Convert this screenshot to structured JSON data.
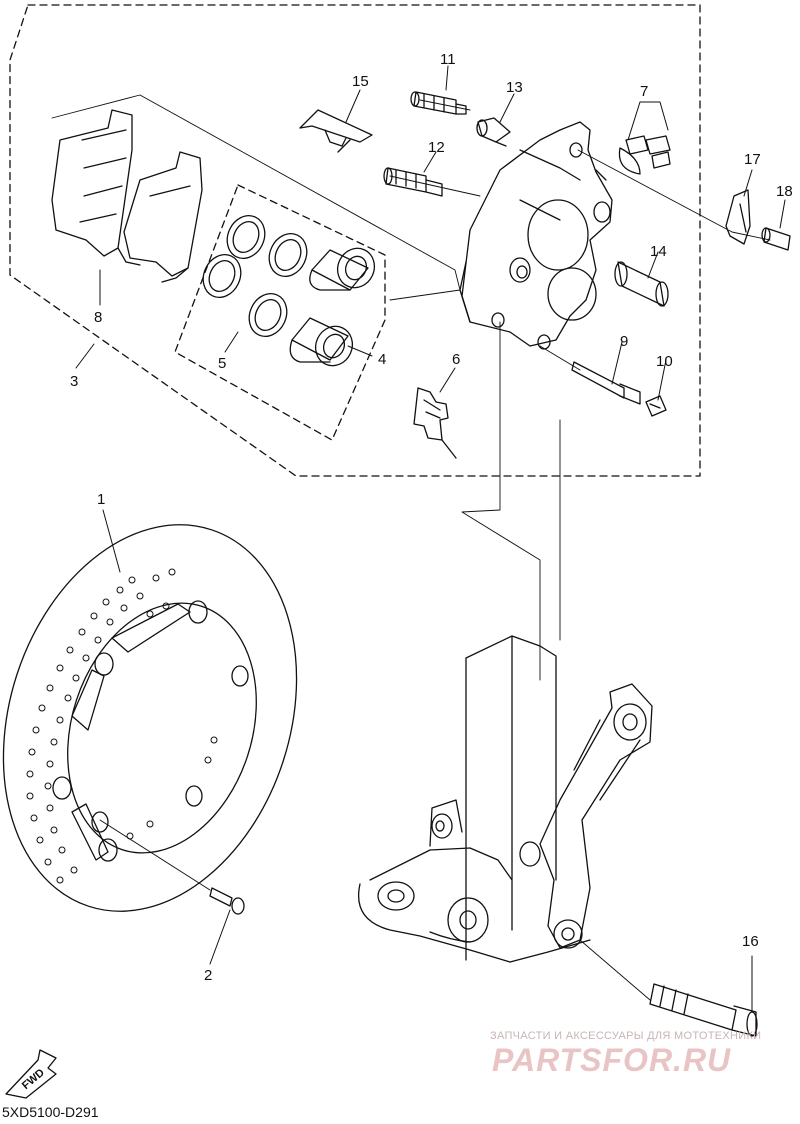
{
  "diagram_code": "5XD5100-D291",
  "fwd_label": "FWD",
  "watermark": {
    "line1": "ЗАПЧАСТИ И АКСЕССУАРЫ ДЛЯ МОТОТЕХНИКИ",
    "line2": "PARTSFOR.RU"
  },
  "callouts": {
    "c1": "1",
    "c2": "2",
    "c3": "3",
    "c4": "4",
    "c5": "5",
    "c6": "6",
    "c7": "7",
    "c8": "8",
    "c9": "9",
    "c10": "10",
    "c11": "11",
    "c12": "12",
    "c13": "13",
    "c14": "14",
    "c15": "15",
    "c16": "16",
    "c17": "17",
    "c18": "18"
  }
}
